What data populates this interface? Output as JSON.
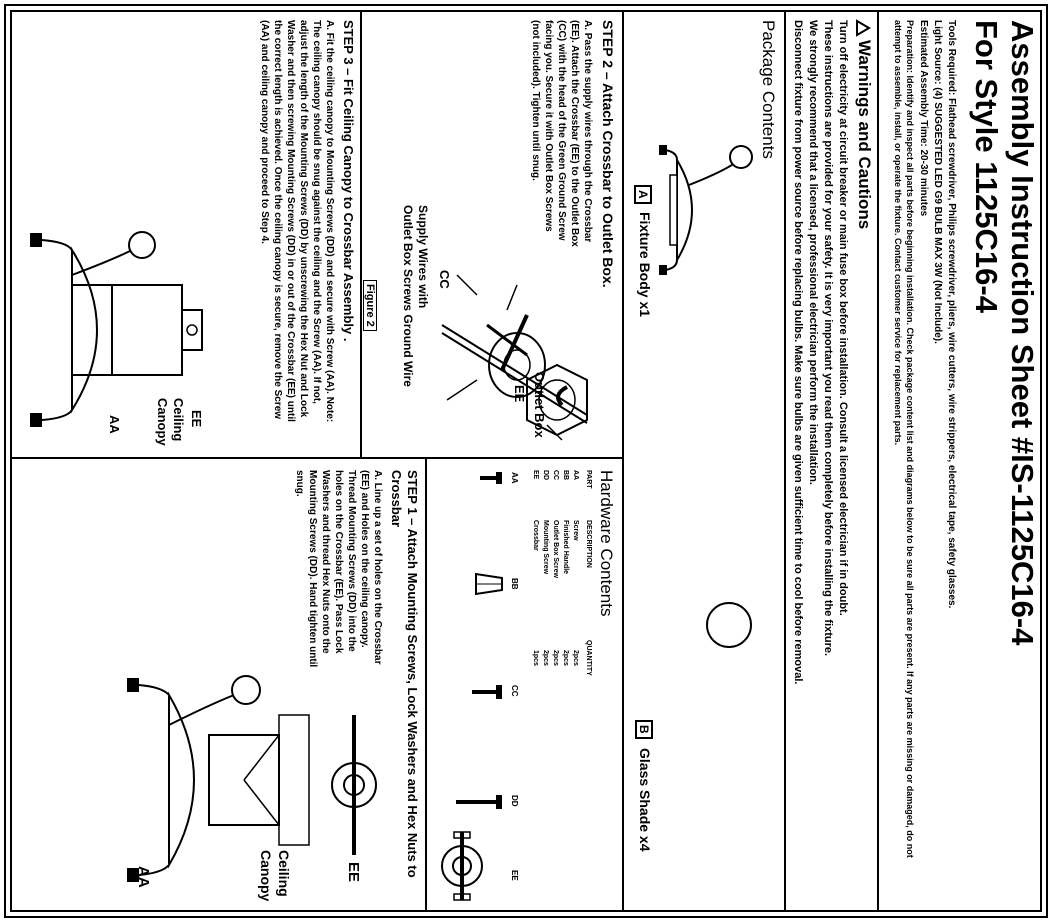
{
  "header": {
    "title": "Assembly Instruction Sheet #IS-1125C16-4",
    "subtitle": "For Style 1125C16-4"
  },
  "info": {
    "tools": "Tools Required: Flathead screwdriver, Philips screwdriver, pliers, wire cutters, wire strippers, electrical tape, safety glasses.",
    "light_source": "Light Source: (4)   SUGGESTED LED G9 BULB MAX 3W   (Not Include).",
    "time": "Estimated Assembly Time:   20-30 minutes",
    "preparation": "Preparation: Identify and inspect all parts before beginning installation. Check package content list and diagrams below to be sure all parts are present. If any parts are missing or damaged, do not attempt to assemble, install, or operate the fixture. Contact customer service for replacement parts."
  },
  "warnings": {
    "title": "Warnings and Cautions",
    "lines": [
      "Turn off electricity at circuit breaker or main fuse box before installation. Consult a licensed electrician if in doubt.",
      "These instructions are provided for your safety. It is very important you read them completely before installing the fixture.",
      "We strongly recommend that a licensed, professional electrician perform the installation.",
      "Disconnect fixture from power source before replacing bulbs. Make sure bulbs are given sufficient time to cool before removal."
    ]
  },
  "package": {
    "title": "Package Contents",
    "item_a_letter": "A",
    "item_a": "Fixture Body   x1",
    "item_b_letter": "B",
    "item_b": "Glass Shade   x4"
  },
  "hardware": {
    "title": "Hardware Contents",
    "col_part": "PART",
    "col_desc": "DESCRIPTION",
    "col_qty": "QUANTITY",
    "rows": [
      {
        "part": "AA",
        "desc": "Screw",
        "qty": "2pcs"
      },
      {
        "part": "BB",
        "desc": "Finished Handle",
        "qty": "2pcs"
      },
      {
        "part": "CC",
        "desc": "Outlet Box Screw",
        "qty": "2pcs"
      },
      {
        "part": "DD",
        "desc": "Mounting Screw",
        "qty": "2pcs"
      },
      {
        "part": "EE",
        "desc": "Crossbar",
        "qty": "1pcs"
      }
    ],
    "icon_labels": {
      "aa": "AA",
      "bb": "BB",
      "cc": "CC",
      "dd": "DD",
      "ee": "EE"
    }
  },
  "step1": {
    "title": "STEP 1 – Attach Mounting Screws, Lock Washers and Hex Nuts to Crossbar",
    "text": "A. Line up a set of holes on the Crossbar (EE) and Holes on the ceiling canopy. Thread Mounting Screws (DD) into the holes on the Crossbar (EE). Pass Lock Washers and thread Hex Nuts onto the Mounting Screws (DD). Hand tighten until snug.",
    "label_ee": "EE",
    "label_ceiling": "Ceiling",
    "label_canopy": "Canopy",
    "label_aa": "AA"
  },
  "step2": {
    "title": "STEP 2   –  Attach Crossbar to Outlet Box.",
    "text": "A. Pass the supply wires through the Crossbar (EE). Attach the Crossbar (EE) to the Outlet Box (CC) with the head of the Green Ground Screw facing you. Secure it with Outlet Box Screws (not included). Tighten until snug.",
    "label_outlet_box": "Outlet Box",
    "label_ee": "EE",
    "label_cc": "CC",
    "label_supply": "Supply Wires with",
    "label_outlet_screws": "Outlet Box Screws Ground Wire",
    "figure": "Figure 2"
  },
  "step3": {
    "title": "STEP 3 – Fit Ceiling Canopy to Crossbar Assembly .",
    "text": "A. Fit the ceiling canopy to Mounting Screws (DD) and secure with Screw (AA). Note: The ceiling canopy should be snug against the ceiling and the Screw (AA). If not, adjust the length of the Mounting Screws (DD) by unscrewing the Hex Nut and Lock Washer and then screwing Mounting Screws (DD) in or out of the Crossbar (EE) until the correct length is achieved. Once the ceiling canopy is secure, remove the Screw (AA) and ceiling canopy and proceed to Step 4.",
    "label_ee": "EE",
    "label_ceiling": "Ceiling",
    "label_canopy": "Canopy",
    "label_aa": "AA"
  }
}
